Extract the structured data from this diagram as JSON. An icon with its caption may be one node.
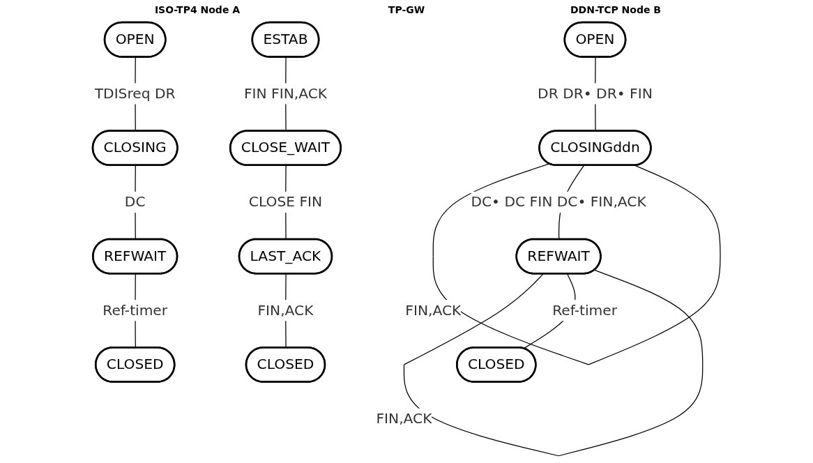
{
  "diagram": {
    "nodes": [
      {
        "text": [
          "OPEN"
        ]
      },
      {
        "text": [
          "CLOSING"
        ]
      },
      {
        "text": [
          "REFWAIT"
        ]
      },
      {
        "text": [
          "CLOSED"
        ]
      },
      {
        "text": [
          "OPEN"
        ]
      },
      {
        "text": [
          "CLOSINGddn"
        ]
      },
      {
        "text": [
          "REFWAIT"
        ]
      },
      {
        "text": [
          "CLOSED"
        ]
      },
      {
        "text": [
          "ESTAB"
        ]
      },
      {
        "text": [
          "CLOSE_WAIT"
        ]
      },
      {
        "text": [
          "LAST_ACK"
        ]
      },
      {
        "text": [
          "CLOSED"
        ]
      }
    ],
    "edges": [
      {
        "from": 0,
        "to": 1,
        "arrow": "none",
        "label": "TDISreq DR"
      },
      {
        "from": 1,
        "to": 2,
        "arrow": "none",
        "label": "DC"
      },
      {
        "from": 2,
        "to": 3,
        "arrow": "none",
        "label": "Ref-timer"
      },
      {
        "from": 4,
        "to": 5,
        "arrow": "none",
        "label": "DR DR• DR• FIN"
      },
      {
        "from": 5,
        "to": 5,
        "arrow": "none",
        "label": "FIN,ACK"
      },
      {
        "from": 5,
        "to": 6,
        "arrow": "none",
        "label": "DC• DC FIN DC• FIN,ACK"
      },
      {
        "from": 6,
        "to": 6,
        "arrow": "none",
        "label": "FIN,ACK"
      },
      {
        "from": 6,
        "to": 7,
        "arrow": "none",
        "label": "Ref-timer"
      },
      {
        "from": 8,
        "to": 9,
        "arrow": "none",
        "label": "FIN FIN,ACK"
      },
      {
        "from": 9,
        "to": 10,
        "arrow": "none",
        "label": "CLOSE FIN"
      },
      {
        "from": 10,
        "to": 11,
        "arrow": "none",
        "label": "FIN,ACK"
      }
    ],
    "labels": [
      "ISO-TP4 Node A",
      "TP-GW",
      "DDN-TCP Node B"
    ]
  }
}
